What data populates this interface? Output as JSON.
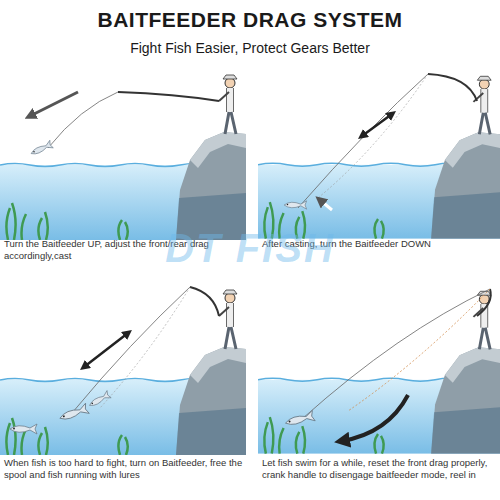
{
  "diagram": {
    "title": "BAITFEEDER DRAG SYSTEM",
    "nodes": [
      {
        "text": [
          "Turn the Baitfeeder UP, adjust the front/rear drag accordingly,cast"
        ]
      },
      {
        "text": [
          "After casting, turn the Baitfeeder DOWN"
        ]
      },
      {
        "text": [
          "When fish is too hard to fight, turn on Baitfeeder, free the spool and fish running with lures"
        ]
      },
      {
        "text": [
          "Let fish swim for a while, reset the front drag properly, crank handle to disengage baitfeeder mode, reel in"
        ]
      }
    ],
    "labels": [
      "Fight Fish Easier, Protect Gears Better",
      "DT FISH"
    ]
  }
}
